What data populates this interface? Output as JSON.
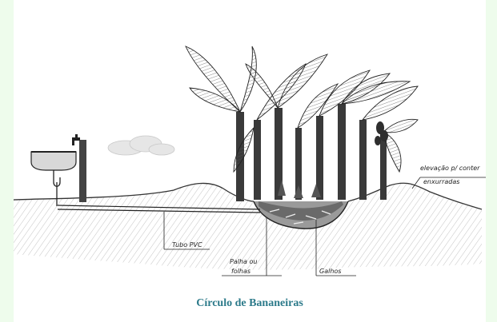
{
  "diagram": {
    "caption": "Círculo de Bananeiras",
    "labels": {
      "elevation_line1": "elevação p/ conter",
      "elevation_line2": "enxurradas",
      "pipe": "Tubo PVC",
      "straw_line1": "Palha ou",
      "straw_line2": "folhas",
      "branches": "Galhos"
    },
    "icons": [
      "sink-icon",
      "faucet-icon",
      "cloud-icon",
      "banana-plant-icon",
      "banana-bunch-icon"
    ]
  }
}
